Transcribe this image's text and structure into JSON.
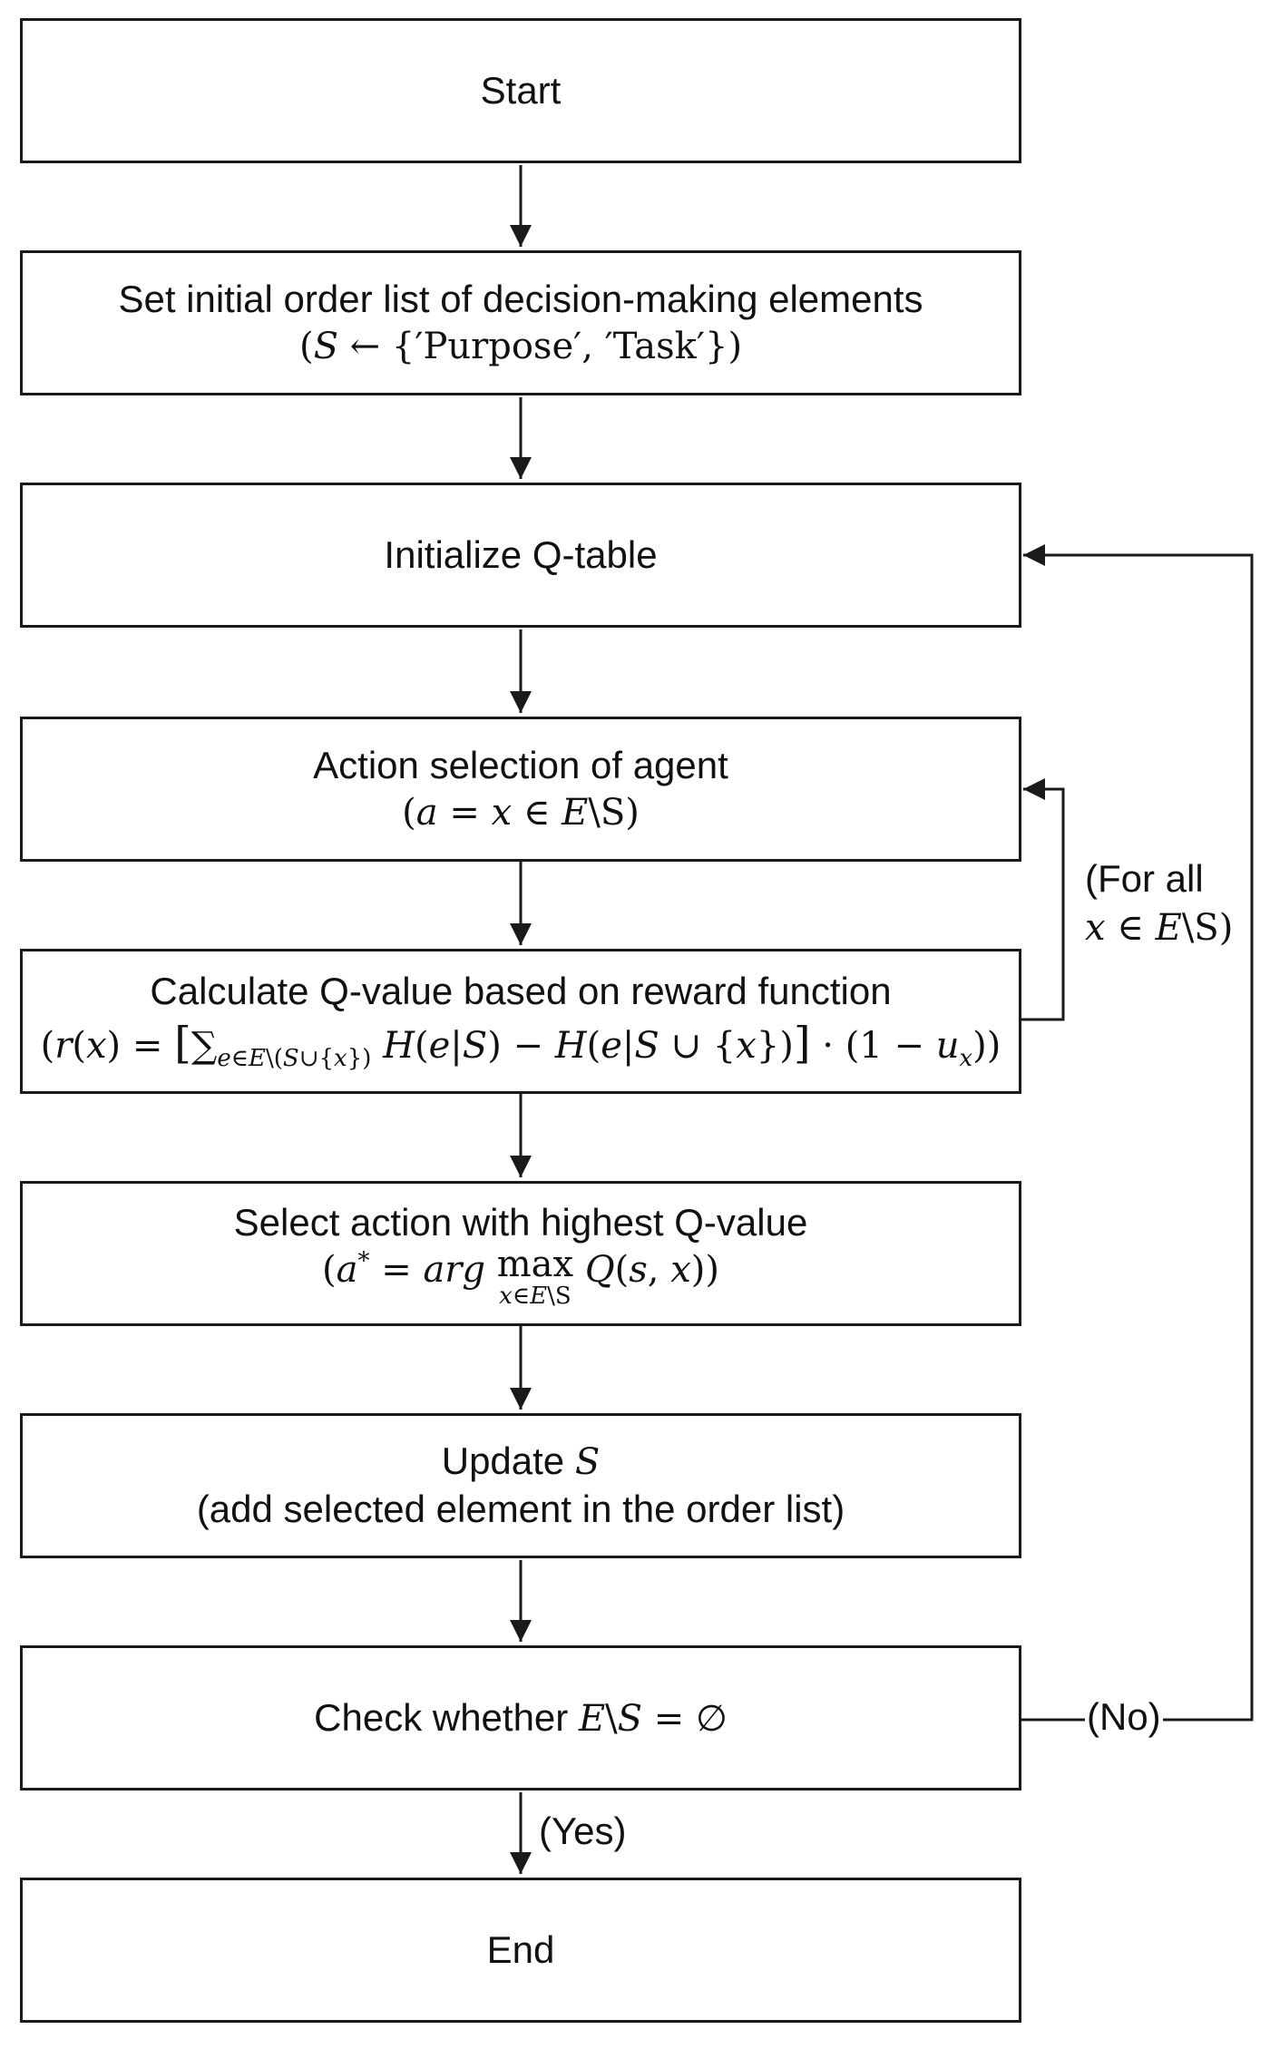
{
  "nodes": {
    "start": {
      "label": "Start"
    },
    "set_initial": {
      "label": "Set initial order list of decision-making elements",
      "formula": "(S ← {′Purpose′, ′Task′})"
    },
    "init_q": {
      "label": "Initialize Q-table"
    },
    "action_sel": {
      "label": "Action selection of agent",
      "formula": "(a = x ∈ E\\S)"
    },
    "calc_q": {
      "label": "Calculate Q-value based on reward function",
      "formula": "(r(x) = [∑e∈E\\(S∪{x}) H(e|S) − H(e|S ∪ {x})] · (1 − ux))"
    },
    "select_best": {
      "label": "Select action with highest Q-value",
      "formula": "(a* = arg max x∈E\\S Q(s, x))"
    },
    "update": {
      "label": "Update S",
      "sublabel": "(add selected element in the order list)"
    },
    "check": {
      "label": "Check whether E\\S = ∅"
    },
    "end": {
      "label": "End"
    }
  },
  "edges": {
    "loop_label_line1": "(For all",
    "loop_label_line2": "x ∈ E\\S)",
    "no_label": "(No)",
    "yes_label": "(Yes)"
  }
}
